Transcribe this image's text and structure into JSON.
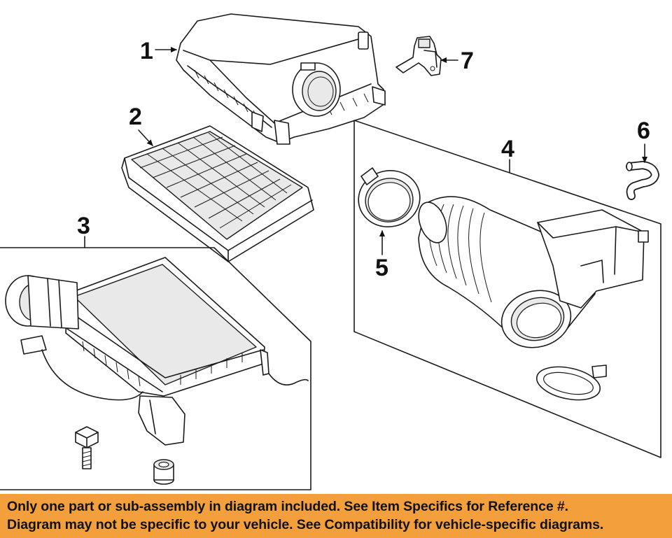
{
  "callouts": {
    "c1": "1",
    "c2": "2",
    "c3": "3",
    "c4": "4",
    "c5": "5",
    "c6": "6",
    "c7": "7"
  },
  "banner": {
    "line1": "Only one part or sub-assembly in diagram included. See Item Specifics for Reference #.",
    "line2": "Diagram may not be specific to your vehicle. See Compatibility for vehicle-specific diagrams."
  },
  "colors": {
    "banner_background": "#f3a03c",
    "line_art": "#1a1a1a"
  }
}
